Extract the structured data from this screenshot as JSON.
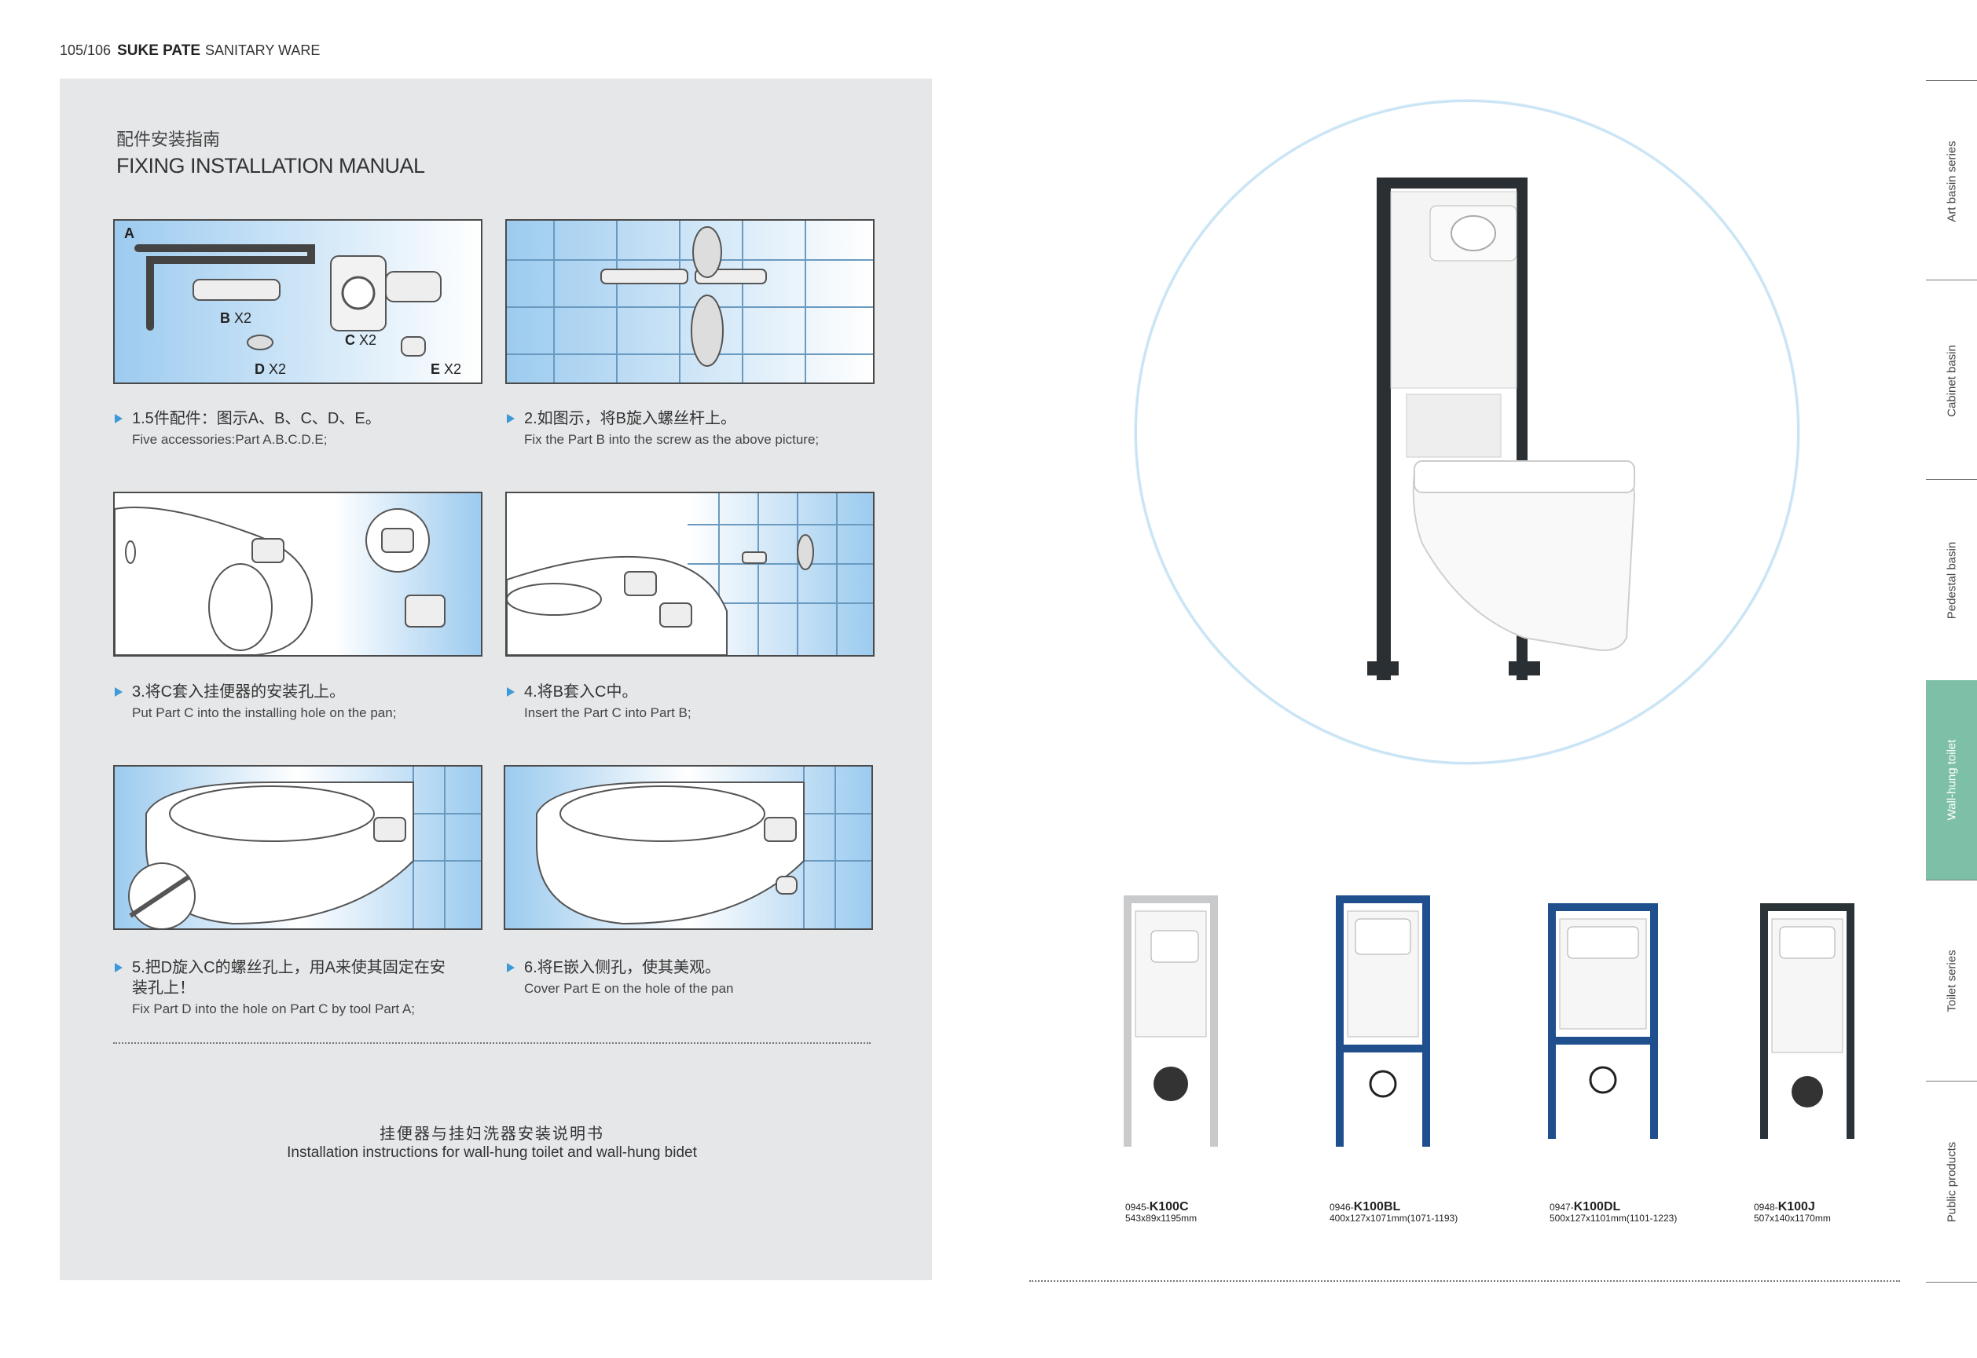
{
  "header": {
    "page_numbers": "105/106",
    "brand": "SUKE PATE",
    "subtitle": "SANITARY WARE"
  },
  "manual": {
    "title_cn": "配件安装指南",
    "title_en": "FIXING INSTALLATION MANUAL"
  },
  "parts": {
    "a": "A",
    "b": "B",
    "c": "C",
    "d": "D",
    "e": "E",
    "qty": "X2"
  },
  "steps": [
    {
      "cn": "1.5件配件：图示A、B、C、D、E。",
      "en": "Five accessories:Part A.B.C.D.E;"
    },
    {
      "cn": "2.如图示，将B旋入螺丝杆上。",
      "en": "Fix the Part B into the screw as the above picture;"
    },
    {
      "cn": "3.将C套入挂便器的安装孔上。",
      "en": "Put Part C into the installing hole on the pan;"
    },
    {
      "cn": "4.将B套入C中。",
      "en": "Insert the Part C into Part B;"
    },
    {
      "cn": "5.把D旋入C的螺丝孔上，用A来使其固定在安装孔上！",
      "en": "Fix Part D into the hole on Part C by tool Part A;"
    },
    {
      "cn": "6.将E嵌入侧孔，使其美观。",
      "en": "Cover Part E on the hole of the pan"
    }
  ],
  "footer": {
    "cn": "挂便器与挂妇洗器安装说明书",
    "en": "Installation instructions for wall-hung toilet and wall-hung bidet"
  },
  "products": [
    {
      "code": "0945-",
      "model": "K100C",
      "size": "543x89x1195mm",
      "frame": "#c8cacc"
    },
    {
      "code": "0946-",
      "model": "K100BL",
      "size": "400x127x1071mm(1071-1193)",
      "frame": "#1f4f8c"
    },
    {
      "code": "0947-",
      "model": "K100DL",
      "size": "500x127x1101mm(1101-1223)",
      "frame": "#1f4f8c"
    },
    {
      "code": "0948-",
      "model": "K100J",
      "size": "507x140x1170mm",
      "frame": "#2a3338"
    }
  ],
  "side_tabs": [
    {
      "label": "Art basin series",
      "active": false
    },
    {
      "label": "Cabinet basin",
      "active": false
    },
    {
      "label": "Pedestal basin",
      "active": false
    },
    {
      "label": "Wall-hung toilet",
      "active": true
    },
    {
      "label": "Toilet series",
      "active": false
    },
    {
      "label": "Public products",
      "active": false
    }
  ],
  "colors": {
    "accent": "#7ec0a7",
    "bullet": "#3d9ad8",
    "panel": "#e6e7e9",
    "frame_blue": "#1f4f8c"
  }
}
